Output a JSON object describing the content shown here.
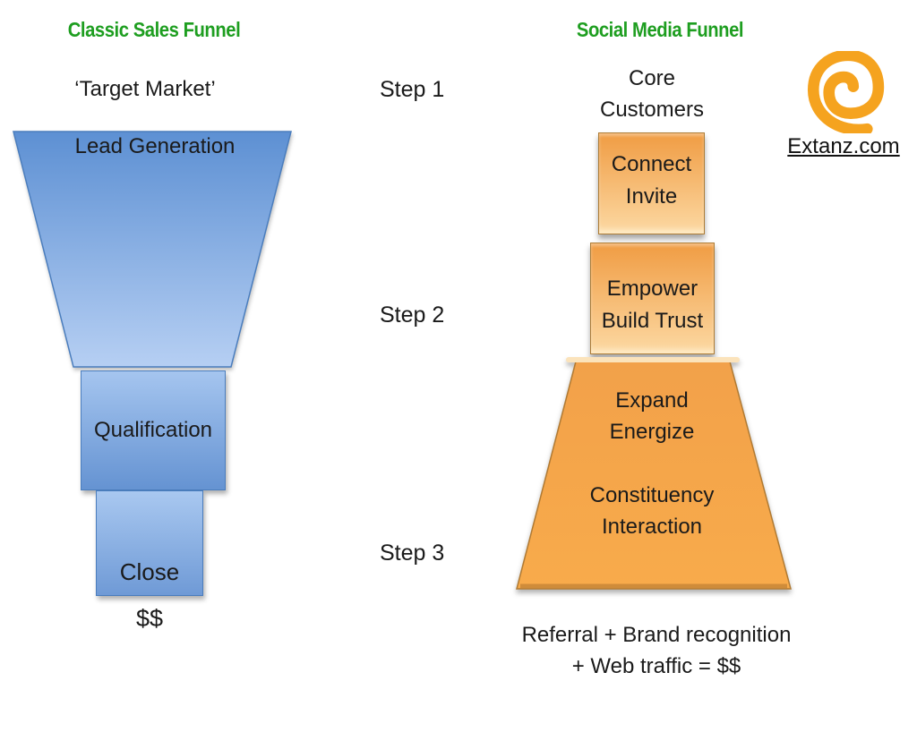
{
  "left": {
    "title": "Classic Sales Funnel",
    "top_label": "‘Target Market’",
    "stages": [
      {
        "label": "Lead Generation"
      },
      {
        "label": "Qualification"
      },
      {
        "label": "Close"
      }
    ],
    "bottom_label": "$$"
  },
  "steps": [
    {
      "label": "Step 1"
    },
    {
      "label": "Step 2"
    },
    {
      "label": "Step 3"
    }
  ],
  "right": {
    "title": "Social Media Funnel",
    "top_label": "Core\nCustomers",
    "stages": [
      {
        "label": "Connect\nInvite"
      },
      {
        "label": "Empower\nBuild Trust"
      },
      {
        "label": "Expand\nEnergize",
        "sublabel": "Constituency\nInteraction"
      }
    ],
    "bottom_label": "Referral + Brand recognition\n+ Web traffic = $$"
  },
  "branding": {
    "logo_icon": "spiral-logo",
    "site": "Extanz.com"
  },
  "colors": {
    "title_green": "#1e9e20",
    "blue_gradient_top": "#5d90d3",
    "blue_gradient_bottom": "#b6cff3",
    "blue_border": "#4a7dbd",
    "orange_gradient_top": "#f09c43",
    "orange_gradient_bottom": "#fcd9a3",
    "orange_border": "#ad7c35",
    "logo_orange": "#f5a31f",
    "text": "#1a1a1a"
  }
}
